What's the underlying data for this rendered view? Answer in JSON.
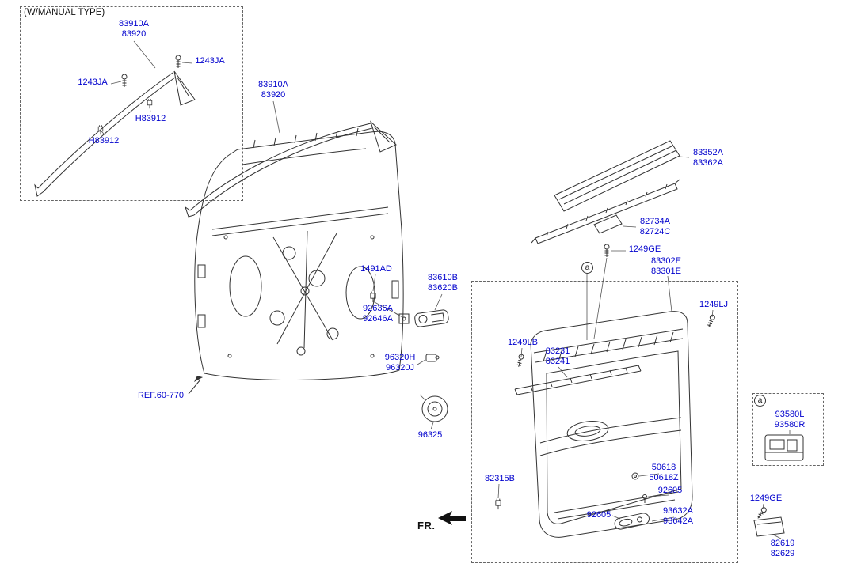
{
  "colors": {
    "label_blue": "#0000cd",
    "line": "#333333",
    "text_black": "#111111"
  },
  "inset": {
    "title": "(W/MANUAL TYPE)",
    "molding_label": "83910A\n83920",
    "screw_right_label": "1243JA",
    "screw_left_label": "1243JA",
    "clip_right_label": "H83912",
    "clip_left_label": "H83912"
  },
  "door": {
    "molding_label": "83910A\n83920",
    "ref_link": "REF.60-770",
    "clip_label": "1491AD",
    "latch_label": "83610B\n83620B",
    "bracket_label": "92636A\n92646A",
    "sensor_label": "96320H\n96320J",
    "speaker_label": "96325",
    "fastener_label": "82315B",
    "fr_label": "FR."
  },
  "trim": {
    "sunshade_label": "83352A\n83362A",
    "plate_label": "82734A\n82724C",
    "screw_top_label": "1249GE",
    "panel_label": "83302E\n83301E",
    "screw_right_label": "1249LJ",
    "screw_left_label": "1249LB",
    "strip_label": "83231\n83241",
    "grommet_label": "50618\n50618Z",
    "clip_upper_label": "92605",
    "clip_lower_label": "92605",
    "handle_label": "93632A\n93642A",
    "screw_bottom_label": "1249GE",
    "bracket_label": "82619\n82629",
    "switch_label": "93580L\n93580R",
    "marker": "a"
  }
}
